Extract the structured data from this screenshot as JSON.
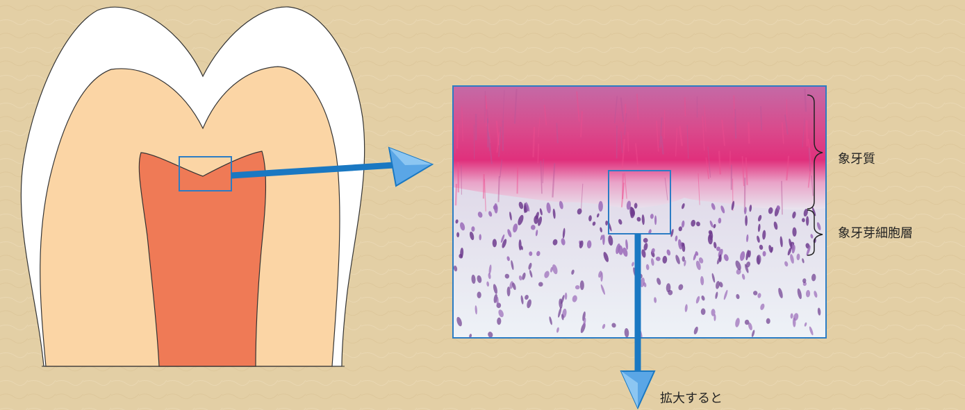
{
  "labels": {
    "dentin": "象牙質",
    "odontoblast_layer": "象牙芽細胞層",
    "magnify": "拡大すると"
  },
  "colors": {
    "background": "#e3cfa5",
    "enamel": "#ffffff",
    "dentin_fill": "#fbd5a5",
    "pulp_fill": "#ef7a56",
    "arrow": "#1a78c2",
    "highlight_box": "#2b7cc4",
    "micrograph_dentin": "#d93a86",
    "micrograph_cells": "#7a4a9a",
    "micrograph_pulp": "#e9eef5"
  },
  "icons": {
    "tooth": "tooth-cross-section-icon",
    "arrow": "arrow-right-icon",
    "arrow_down": "arrow-down-icon",
    "brace": "curly-brace-icon"
  }
}
